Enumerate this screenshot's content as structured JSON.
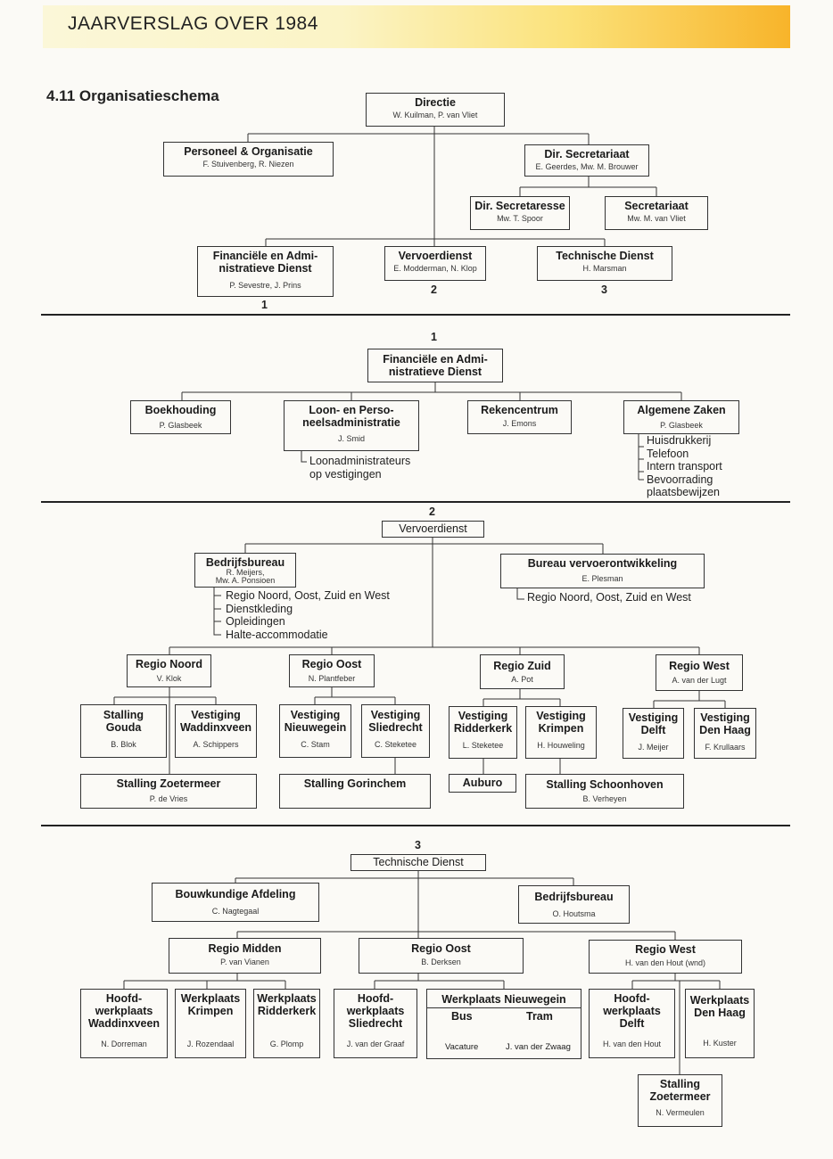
{
  "header": {
    "title": "JAARVERSLAG OVER 1984",
    "section": "4.11  Organisatieschema"
  },
  "colors": {
    "banner_start": "#fbf7d8",
    "banner_end": "#f8b42a"
  },
  "s1": {
    "directie": {
      "t": "Directie",
      "s": "W. Kuilman, P. van Vliet"
    },
    "po": {
      "t": "Personeel & Organisatie",
      "s": "F. Stuivenberg, R. Niezen"
    },
    "dirsec": {
      "t": "Dir. Secretariaat",
      "s": "E. Geerdes, Mw. M. Brouwer"
    },
    "dirsecr": {
      "t": "Dir. Secretaresse",
      "s": "Mw. T. Spoor"
    },
    "secr": {
      "t": "Secretariaat",
      "s": "Mw. M. van Vliet"
    },
    "fad": {
      "t": "Financiële en Admi-\nnistratieve Dienst",
      "s": "P. Sevestre, J. Prins",
      "n": "1"
    },
    "vd": {
      "t": "Vervoerdienst",
      "s": "E. Modderman, N. Klop",
      "n": "2"
    },
    "td": {
      "t": "Technische Dienst",
      "s": "H. Marsman",
      "n": "3"
    }
  },
  "s2": {
    "n": "1",
    "fad": {
      "t": "Financiële en Admi-\nnistratieve Dienst"
    },
    "boek": {
      "t": "Boekhouding",
      "s": "P. Glasbeek"
    },
    "loon": {
      "t": "Loon- en Perso-\nneelsadministratie",
      "s": "J. Smid"
    },
    "reken": {
      "t": "Rekencentrum",
      "s": "J. Emons"
    },
    "alg": {
      "t": "Algemene Zaken",
      "s": "P. Glasbeek"
    },
    "loon_note": "Loonadministrateurs\nop vestigingen",
    "alg_note": "Huisdrukkerij\nTelefoon\nIntern transport\nBevoorrading\nplaatsbewijzen"
  },
  "s3": {
    "n": "2",
    "vd": {
      "t": "Vervoerdienst"
    },
    "bb": {
      "t": "Bedrijfsbureau",
      "s": "R. Meijers,\nMw. A. Ponsioen"
    },
    "bvo": {
      "t": "Bureau vervoerontwikkeling",
      "s": "E. Plesman"
    },
    "bb_note": "Regio Noord, Oost, Zuid en West\nDienstkleding\nOpleidingen\nHalte-accommodatie",
    "bvo_note": "Regio Noord, Oost, Zuid en West",
    "rn": {
      "t": "Regio Noord",
      "s": "V. Klok"
    },
    "ro": {
      "t": "Regio Oost",
      "s": "N. Plantfeber"
    },
    "rz": {
      "t": "Regio Zuid",
      "s": "A. Pot"
    },
    "rw": {
      "t": "Regio West",
      "s": "A. van der Lugt"
    },
    "sgouda": {
      "t": "Stalling\nGouda",
      "s": "B. Blok"
    },
    "vwadd": {
      "t": "Vestiging\nWaddinxveen",
      "s": "A. Schippers"
    },
    "vnieuw": {
      "t": "Vestiging\nNieuwegein",
      "s": "C. Stam"
    },
    "vslied": {
      "t": "Vestiging\nSliedrecht",
      "s": "C. Steketee"
    },
    "vridder": {
      "t": "Vestiging\nRidderkerk",
      "s": "L. Steketee"
    },
    "vkrimp": {
      "t": "Vestiging\nKrimpen",
      "s": "H. Houweling"
    },
    "vdelft": {
      "t": "Vestiging\nDelft",
      "s": "J. Meijer"
    },
    "vdh": {
      "t": "Vestiging\nDen Haag",
      "s": "F. Krullaars"
    },
    "szoet": {
      "t": "Stalling Zoetermeer",
      "s": "P. de Vries"
    },
    "sgor": {
      "t": "Stalling Gorinchem"
    },
    "auburo": {
      "t": "Auburo"
    },
    "sschoon": {
      "t": "Stalling Schoonhoven",
      "s": "B. Verheyen"
    }
  },
  "s4": {
    "n": "3",
    "td": {
      "t": "Technische Dienst"
    },
    "bouw": {
      "t": "Bouwkundige Afdeling",
      "s": "C. Nagtegaal"
    },
    "bb": {
      "t": "Bedrijfsbureau",
      "s": "O. Houtsma"
    },
    "rm": {
      "t": "Regio Midden",
      "s": "P. van Vianen"
    },
    "ro": {
      "t": "Regio Oost",
      "s": "B. Derksen"
    },
    "rw": {
      "t": "Regio West",
      "s": "H. van den Hout (wnd)"
    },
    "hwadd": {
      "t": "Hoofd-\nwerkplaats\nWaddinxveen",
      "s": "N. Dorreman"
    },
    "wkrimp": {
      "t": "Werkplaats\nKrimpen",
      "s": "J. Rozendaal"
    },
    "wridder": {
      "t": "Werkplaats\nRidderkerk",
      "s": "G. Plomp"
    },
    "hslied": {
      "t": "Hoofd-\nwerkplaats\nSliedrecht",
      "s": "J. van der Graaf"
    },
    "wnieuw": {
      "t": "Werkplaats Nieuwegein",
      "bus": "Bus",
      "tram": "Tram",
      "bus_s": "Vacature",
      "tram_s": "J. van der Zwaag"
    },
    "hdelft": {
      "t": "Hoofd-\nwerkplaats\nDelft",
      "s": "H. van den Hout"
    },
    "wdh": {
      "t": "Werkplaats\nDen Haag",
      "s": "H. Kuster"
    },
    "szoet": {
      "t": "Stalling\nZoetermeer",
      "s": "N. Vermeulen"
    }
  }
}
